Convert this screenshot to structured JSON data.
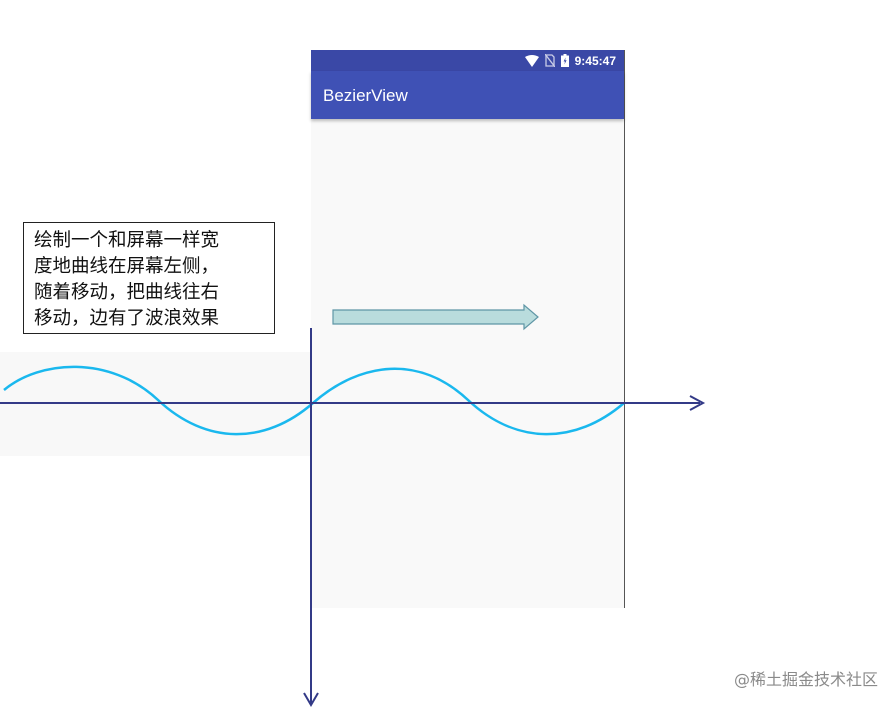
{
  "app": {
    "title": "BezierView",
    "status_time": "9:45:47",
    "status_icons": [
      "wifi-icon",
      "no-sim-icon",
      "battery-icon"
    ],
    "primary_color": "#3f51b5",
    "status_bar_color": "#3a48a6"
  },
  "annotation": {
    "lines": [
      "绘制一个和屏幕一样宽",
      "度地曲线在屏幕左侧，",
      "随着移动，把曲线往右",
      "移动，边有了波浪效果"
    ]
  },
  "diagram": {
    "wave_color": "#1ab8ee",
    "axis_color": "#333a87",
    "arrow_fill": "#b9dcdd",
    "arrow_stroke": "#5f96a6"
  },
  "watermark": "@稀土掘金技术社区"
}
